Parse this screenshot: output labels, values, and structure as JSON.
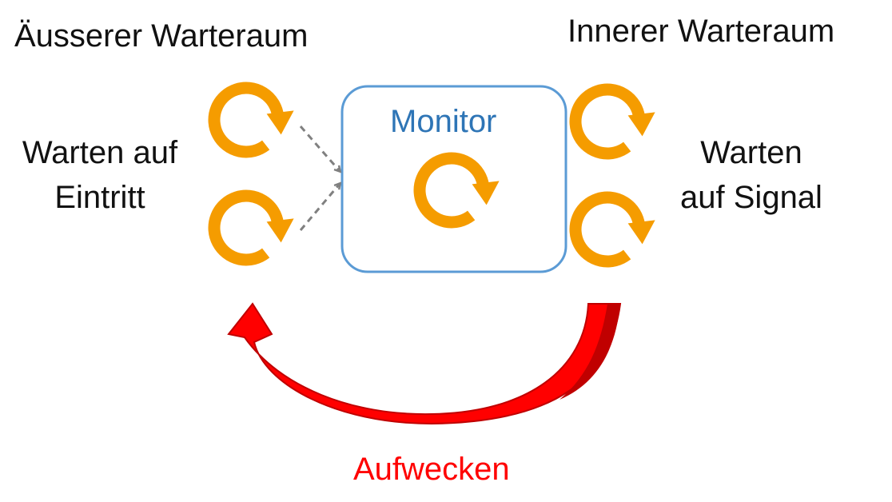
{
  "titles": {
    "outer_waiting_room": "Äusserer Warteraum",
    "inner_waiting_room": "Innerer Warteraum"
  },
  "labels": {
    "waiting_entry": [
      "Warten auf",
      "Eintritt"
    ],
    "waiting_signal": [
      "Warten",
      "auf Signal"
    ],
    "monitor": "Monitor",
    "wake_up": "Aufwecken"
  },
  "colors": {
    "thread_orange": "#f59c00",
    "monitor_blue": "#2e75b6",
    "monitor_border": "#5b9bd5",
    "wake_red": "#ff0000",
    "wake_dark_red": "#c00000",
    "dashed_gray": "#808080"
  },
  "icons": [
    "circular-thread-icon",
    "dashed-arrow-icon",
    "curved-arrow-icon"
  ]
}
